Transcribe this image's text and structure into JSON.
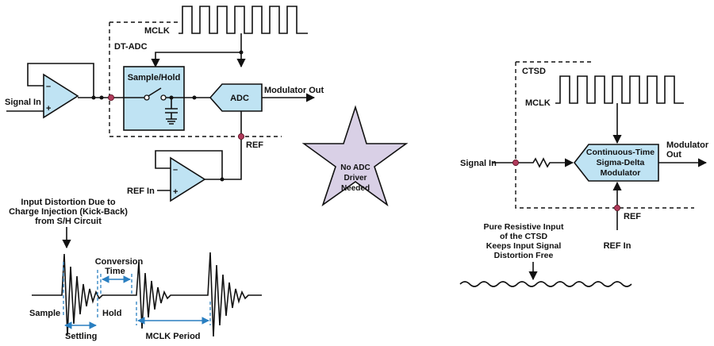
{
  "dtadc": {
    "mclk": "MCLK",
    "dt_adc": "DT-ADC",
    "signal_in": "Signal In",
    "sample_hold": "Sample/Hold",
    "adc": "ADC",
    "modulator_out": "Modulator Out",
    "ref": "REF",
    "ref_in": "REF In"
  },
  "star": {
    "line1": "No ADC",
    "line2": "Driver",
    "line3": "Needed"
  },
  "ctsd": {
    "ctsd": "CTSD",
    "mclk": "MCLK",
    "signal_in": "Signal In",
    "block_line1": "Continuous-Time",
    "block_line2": "Sigma-Delta",
    "block_line3": "Modulator",
    "modulator_out_line1": "Modulator",
    "modulator_out_line2": "Out",
    "ref": "REF",
    "ref_in": "REF In",
    "note_line1": "Pure Resistive Input",
    "note_line2": "of the CTSD",
    "note_line3": "Keeps Input Signal",
    "note_line4": "Distortion Free"
  },
  "waveform": {
    "title_line1": "Input Distortion Due to",
    "title_line2": "Charge Injection (Kick-Back)",
    "title_line3": "from S/H Circuit",
    "conversion_line1": "Conversion",
    "conversion_line2": "Time",
    "sample": "Sample",
    "hold": "Hold",
    "settling": "Settling",
    "mclk_period": "MCLK Period"
  },
  "colors": {
    "block_fill": "#bfe3f3",
    "star_fill": "#d9d0e6",
    "node": "#b03a5b",
    "annotation_blue": "#2a7fc1"
  }
}
